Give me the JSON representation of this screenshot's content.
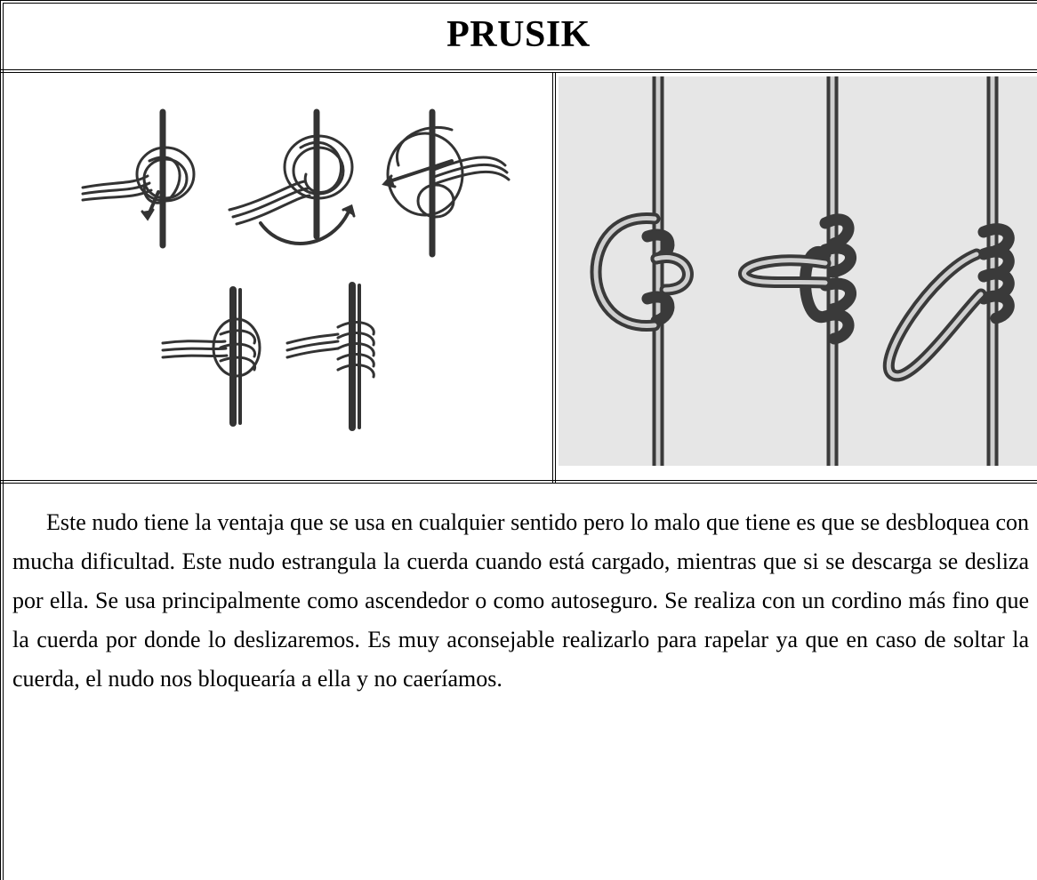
{
  "title": "PRUSIK",
  "illustrations": {
    "left": "prusik-steps-drawing",
    "right": "prusik-stages-drawing"
  },
  "paragraph": "Este nudo tiene la ventaja que se usa en cualquier sentido pero lo malo que tiene es que se desbloquea con mucha dificultad. Este nudo estrangula la cuerda cuando está cargado, mientras que si se descarga se desliza por ella. Se usa principalmente como ascendedor o como autoseguro. Se realiza con un cordino más fino que la cuerda por donde lo deslizaremos. Es muy aconsejable realizarlo para rapelar ya que en caso de soltar la cuerda, el nudo nos bloquearía a ella y no caeríamos.",
  "colors": {
    "rope": "#444444",
    "right_bg": "#e6e6e6"
  }
}
